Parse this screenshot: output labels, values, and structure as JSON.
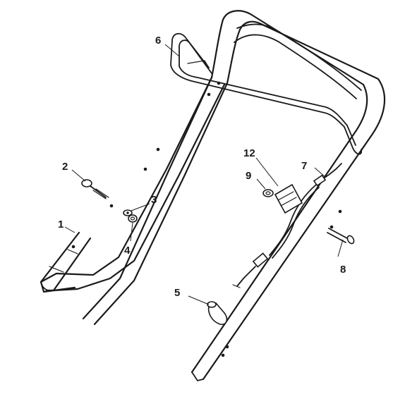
{
  "diagram": {
    "parts": [
      {
        "id": "part-1",
        "label": "1"
      },
      {
        "id": "part-2",
        "label": "2"
      },
      {
        "id": "part-3",
        "label": "3"
      },
      {
        "id": "part-4",
        "label": "4"
      },
      {
        "id": "part-5",
        "label": "5"
      },
      {
        "id": "part-6",
        "label": "6"
      },
      {
        "id": "part-7",
        "label": "7"
      },
      {
        "id": "part-8",
        "label": "8"
      },
      {
        "id": "part-9",
        "label": "9"
      },
      {
        "id": "part-12",
        "label": "12"
      }
    ]
  }
}
